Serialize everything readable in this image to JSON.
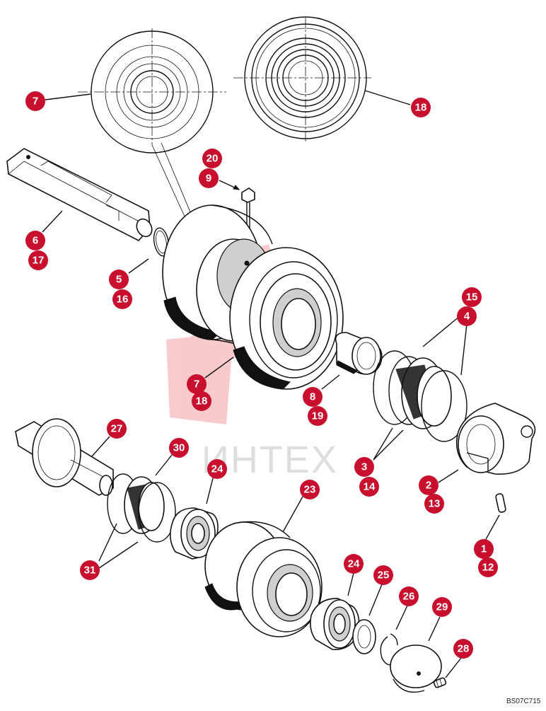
{
  "watermark": {
    "text": "ИНТЕХ"
  },
  "drawing_code": "BS07C715",
  "callouts": [
    {
      "label": "7"
    },
    {
      "label": "18"
    },
    {
      "label": "20"
    },
    {
      "label": "9"
    },
    {
      "label": "6"
    },
    {
      "label": "17"
    },
    {
      "label": "5"
    },
    {
      "label": "16"
    },
    {
      "label": "15"
    },
    {
      "label": "4"
    },
    {
      "label": "7"
    },
    {
      "label": "18"
    },
    {
      "label": "8"
    },
    {
      "label": "19"
    },
    {
      "label": "3"
    },
    {
      "label": "14"
    },
    {
      "label": "2"
    },
    {
      "label": "13"
    },
    {
      "label": "27"
    },
    {
      "label": "30"
    },
    {
      "label": "24"
    },
    {
      "label": "23"
    },
    {
      "label": "1"
    },
    {
      "label": "12"
    },
    {
      "label": "31"
    },
    {
      "label": "24"
    },
    {
      "label": "25"
    },
    {
      "label": "26"
    },
    {
      "label": "29"
    },
    {
      "label": "28"
    }
  ]
}
